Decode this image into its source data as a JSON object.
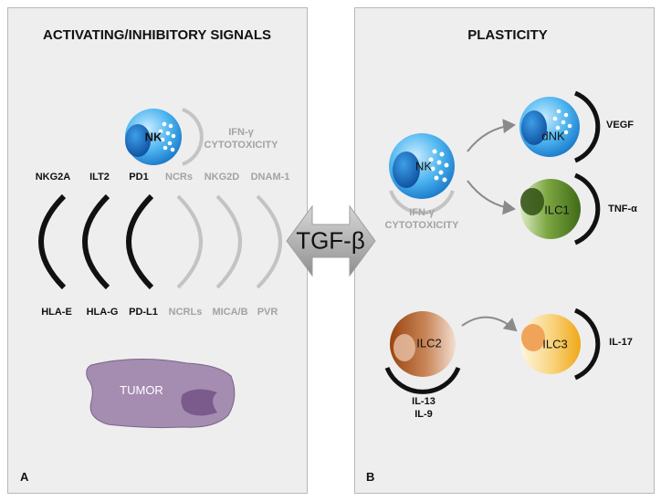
{
  "panel_a": {
    "letter": "A",
    "title": "ACTIVATING/INHIBITORY SIGNALS",
    "nk_label": "NK",
    "nk_effect": [
      "IFN-γ",
      "CYTOTOXICITY"
    ],
    "receptors_top": [
      "NKG2A",
      "ILT2",
      "PD1",
      "NCRs",
      "NKG2D",
      "DNAM-1"
    ],
    "ligands_bottom": [
      "HLA-E",
      "HLA-G",
      "PD-L1",
      "NCRLs",
      "MICA/B",
      "PVR"
    ],
    "tumor_label": "TUMOR"
  },
  "center": {
    "label": "TGF-β"
  },
  "panel_b": {
    "letter": "B",
    "title": "PLASTICITY",
    "nk_label": "NK",
    "nk_effect": [
      "IFN-γ",
      "CYTOTOXICITY"
    ],
    "dnk_label": "dNK",
    "vegf": "VEGF",
    "ilc1_label": "ILC1",
    "tnf": "TNF-α",
    "ilc2_label": "ILC2",
    "il13": "IL-13",
    "il9": "IL-9",
    "ilc3_label": "ILC3",
    "il17": "IL-17"
  },
  "colors": {
    "panel_bg": "#eeeeee",
    "nk_blue": "#1e8fd8",
    "ilc1_green": "#4f7a22",
    "ilc2_brown": "#a84f16",
    "ilc3_yellow": "#f2b51e",
    "tumor_purple": "#a58cb1",
    "arrow_grey": "#a9a9a9"
  }
}
